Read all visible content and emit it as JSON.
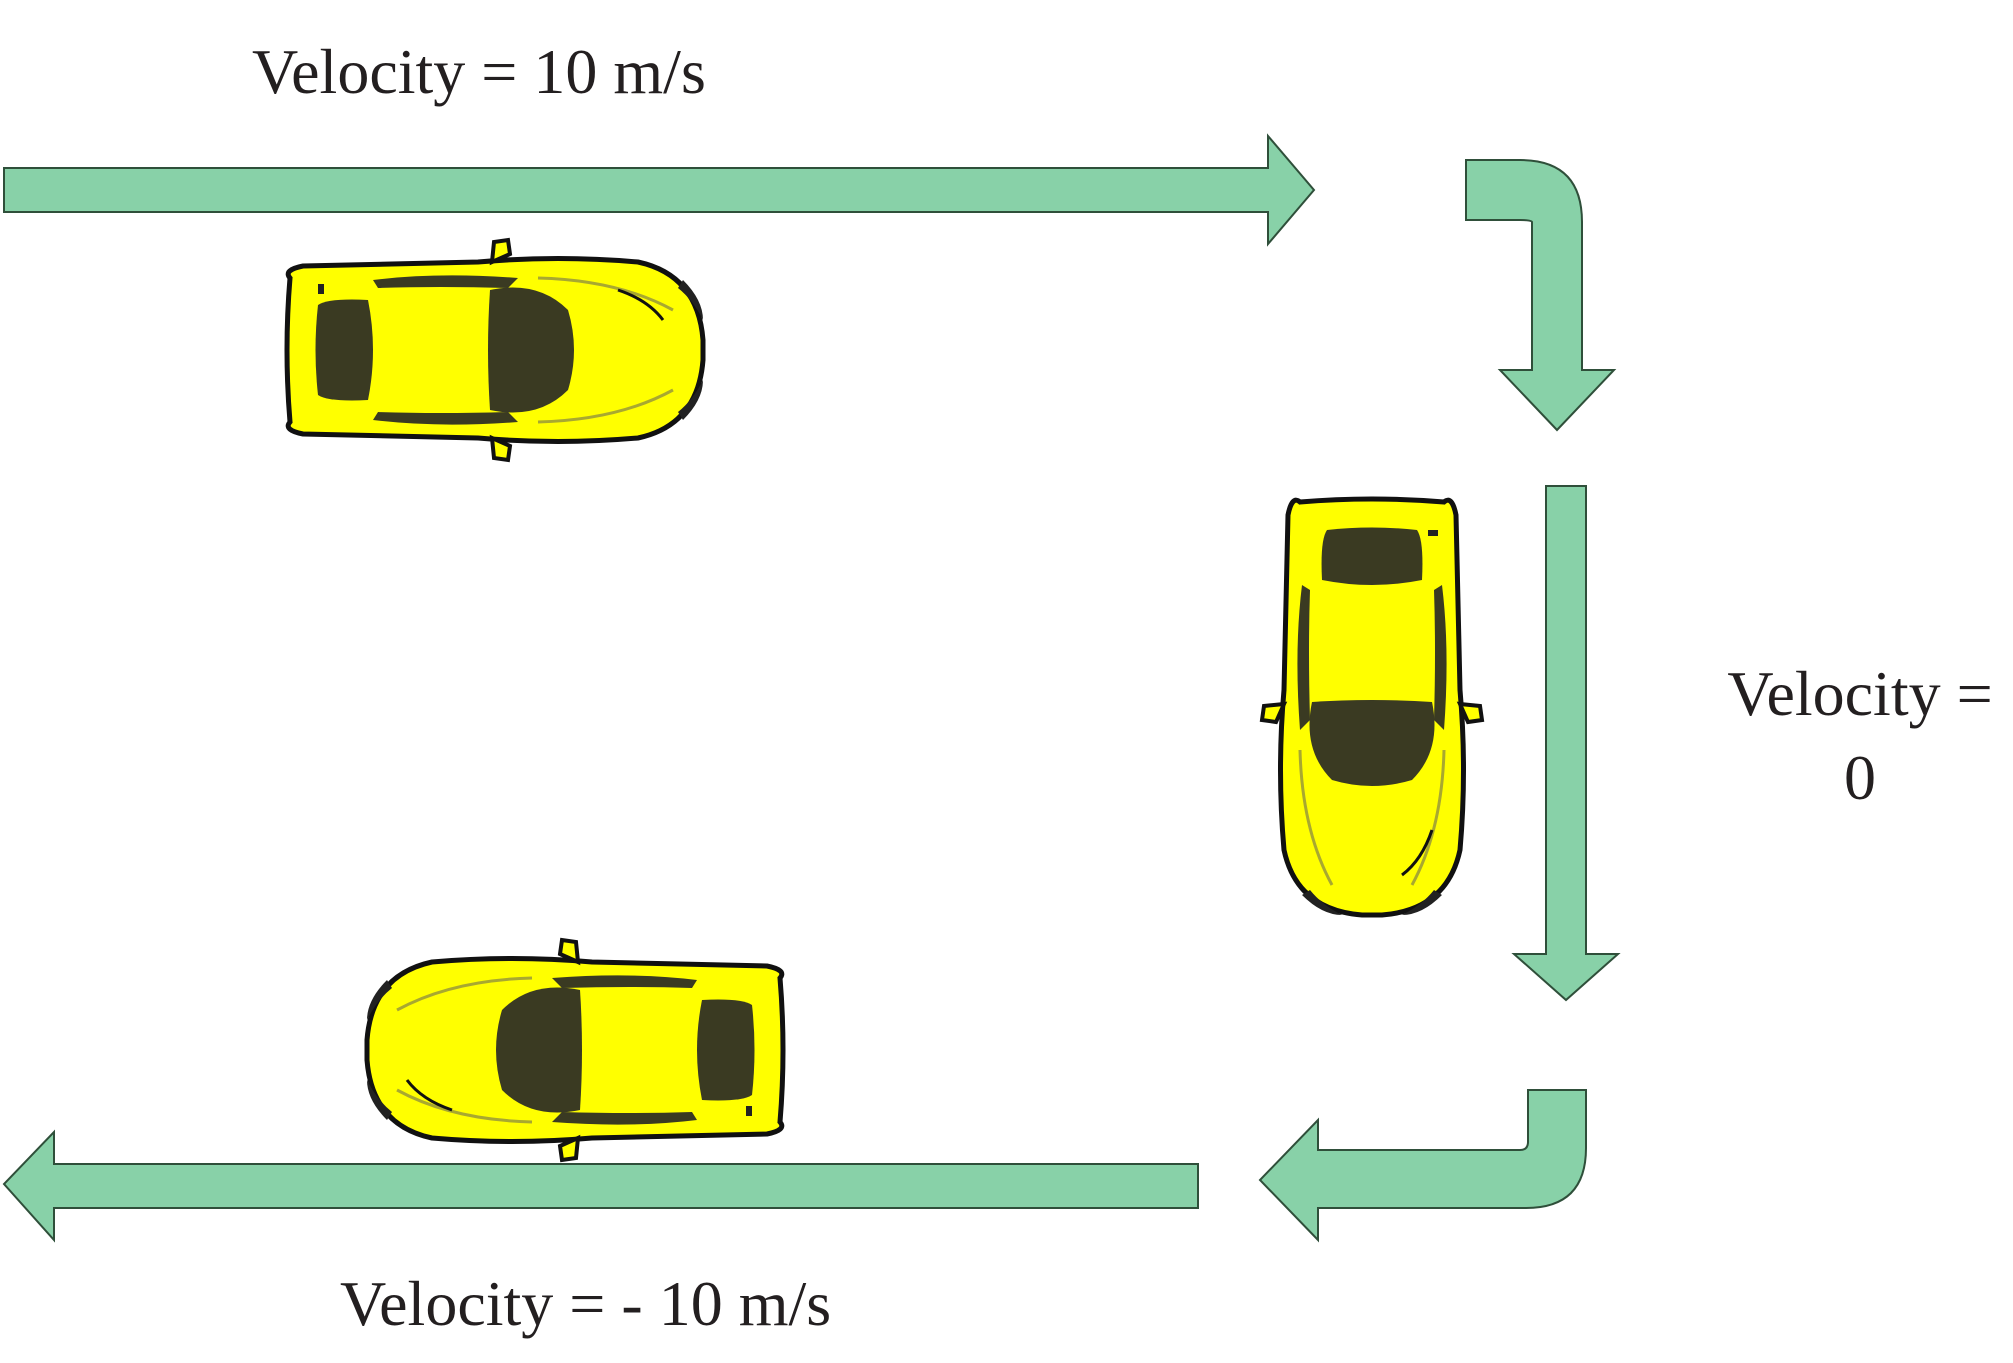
{
  "labels": {
    "top": "Velocity = 10 m/s",
    "right_line1": "Velocity =",
    "right_line2": "0",
    "bottom": "Velocity = - 10 m/s"
  },
  "colors": {
    "arrow_fill": "#88d1a8",
    "arrow_stroke": "#2f4f3a",
    "car_body": "#ffff00",
    "car_glass": "#3a3a22",
    "outline": "#111111"
  },
  "icons": [
    "car-icon",
    "arrow-right-icon",
    "arrow-down-icon",
    "arrow-left-icon",
    "bent-arrow-icon"
  ]
}
